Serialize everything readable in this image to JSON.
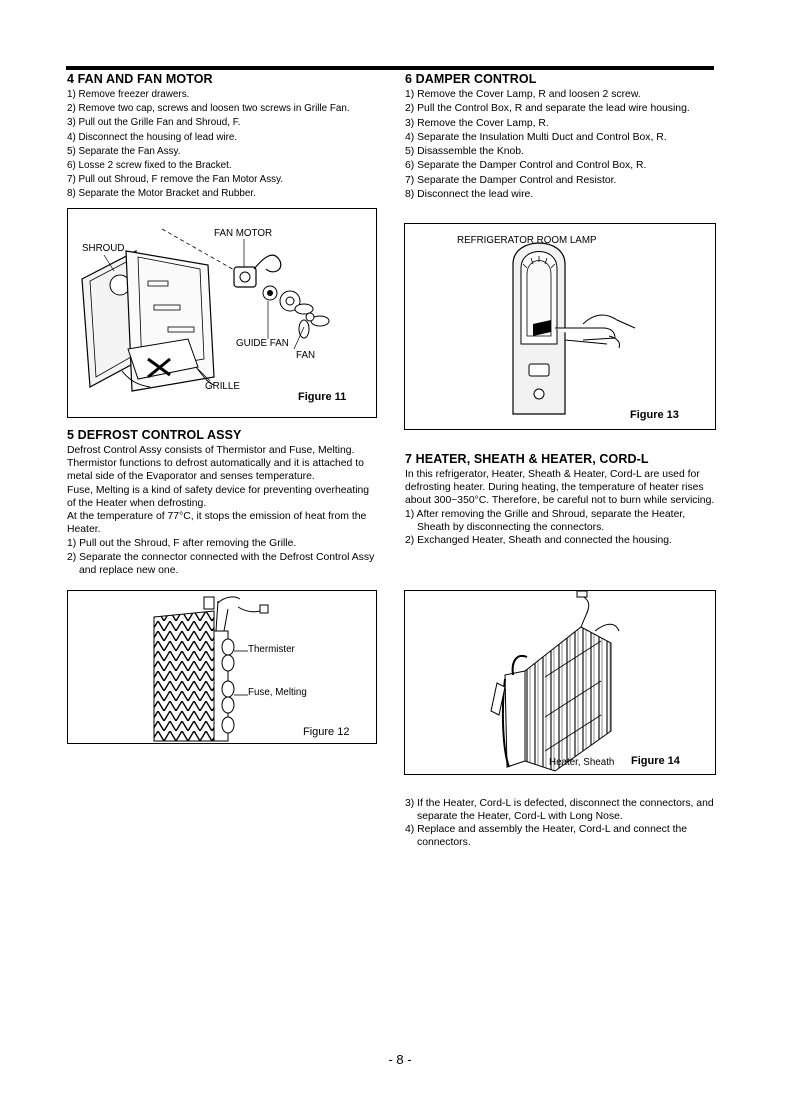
{
  "sections": {
    "fan_motor": {
      "title": "4 FAN AND FAN MOTOR",
      "steps": [
        "1) Remove freezer drawers.",
        "2) Remove two cap, screws and loosen two screws in Grille Fan.",
        "3) Pull out the Grille Fan and Shroud, F.",
        "4) Disconnect the housing of lead wire.",
        "5) Separate the Fan Assy.",
        "6) Losse 2 screw fixed to the Bracket.",
        "7) Pull out Shroud, F remove the Fan Motor Assy.",
        "8) Separate the Motor Bracket and Rubber."
      ]
    },
    "defrost": {
      "title": "5 DEFROST CONTROL ASSY",
      "paragraphs": [
        "Defrost Control Assy consists of Thermistor and Fuse, Melting. Thermistor functions to defrost automatically and it is attached to metal side of the Evaporator and senses temperature.",
        "Fuse, Melting is a kind of safety device for preventing overheating of the Heater when defrosting.",
        "At the temperature of 77°C, it stops the emission of heat from the Heater."
      ],
      "steps": [
        "1) Pull out the Shroud, F after removing the Grille.",
        "2) Separate the connector connected with the Defrost Control Assy and replace new one."
      ]
    },
    "damper": {
      "title": "6 DAMPER CONTROL",
      "steps": [
        "1) Remove the Cover Lamp, R and loosen 2 screw.",
        "2) Pull the Control Box, R and separate the lead wire housing.",
        "3) Remove the Cover Lamp, R.",
        "4) Separate the Insulation Multi Duct and Control Box, R.",
        "5) Disassemble the Knob.",
        "6) Separate the Damper Control and Control Box, R.",
        "7) Separate the Damper Control and Resistor.",
        "8) Disconnect the lead wire."
      ]
    },
    "heater": {
      "title": "7 HEATER, SHEATH & HEATER, CORD-L",
      "paragraph": "In this refrigerator, Heater, Sheath & Heater, Cord-L are used for defrosting heater. During heating, the temperature of heater rises about 300~350°C. Therefore, be careful not to burn while servicing.",
      "steps": [
        "1) After removing the Grille and Shroud, separate the Heater, Sheath by disconnecting the connectors.",
        "2) Exchanged Heater, Sheath and connected the housing."
      ],
      "steps_after": [
        "3) If the Heater, Cord-L is defected, disconnect the connectors, and separate the Heater, Cord-L with Long Nose.",
        "4) Replace and assembly the Heater, Cord-L and connect the connectors."
      ]
    }
  },
  "figures": {
    "fig11": {
      "caption": "Figure  11",
      "labels": {
        "shroud": "SHROUD",
        "fan_motor": "FAN MOTOR",
        "guide_fan": "GUIDE FAN",
        "fan": "FAN",
        "grille": "GRILLE"
      }
    },
    "fig12": {
      "caption": "Figure 12",
      "labels": {
        "thermister": "Thermister",
        "fuse": "Fuse, Melting"
      }
    },
    "fig13": {
      "caption": "Figure  13",
      "labels": {
        "lamp": "REFRIGERATOR ROOM LAMP"
      }
    },
    "fig14": {
      "caption": "Figure  14",
      "labels": {
        "heater": "Heater, Sheath"
      }
    }
  },
  "page_number": "- 8 -"
}
